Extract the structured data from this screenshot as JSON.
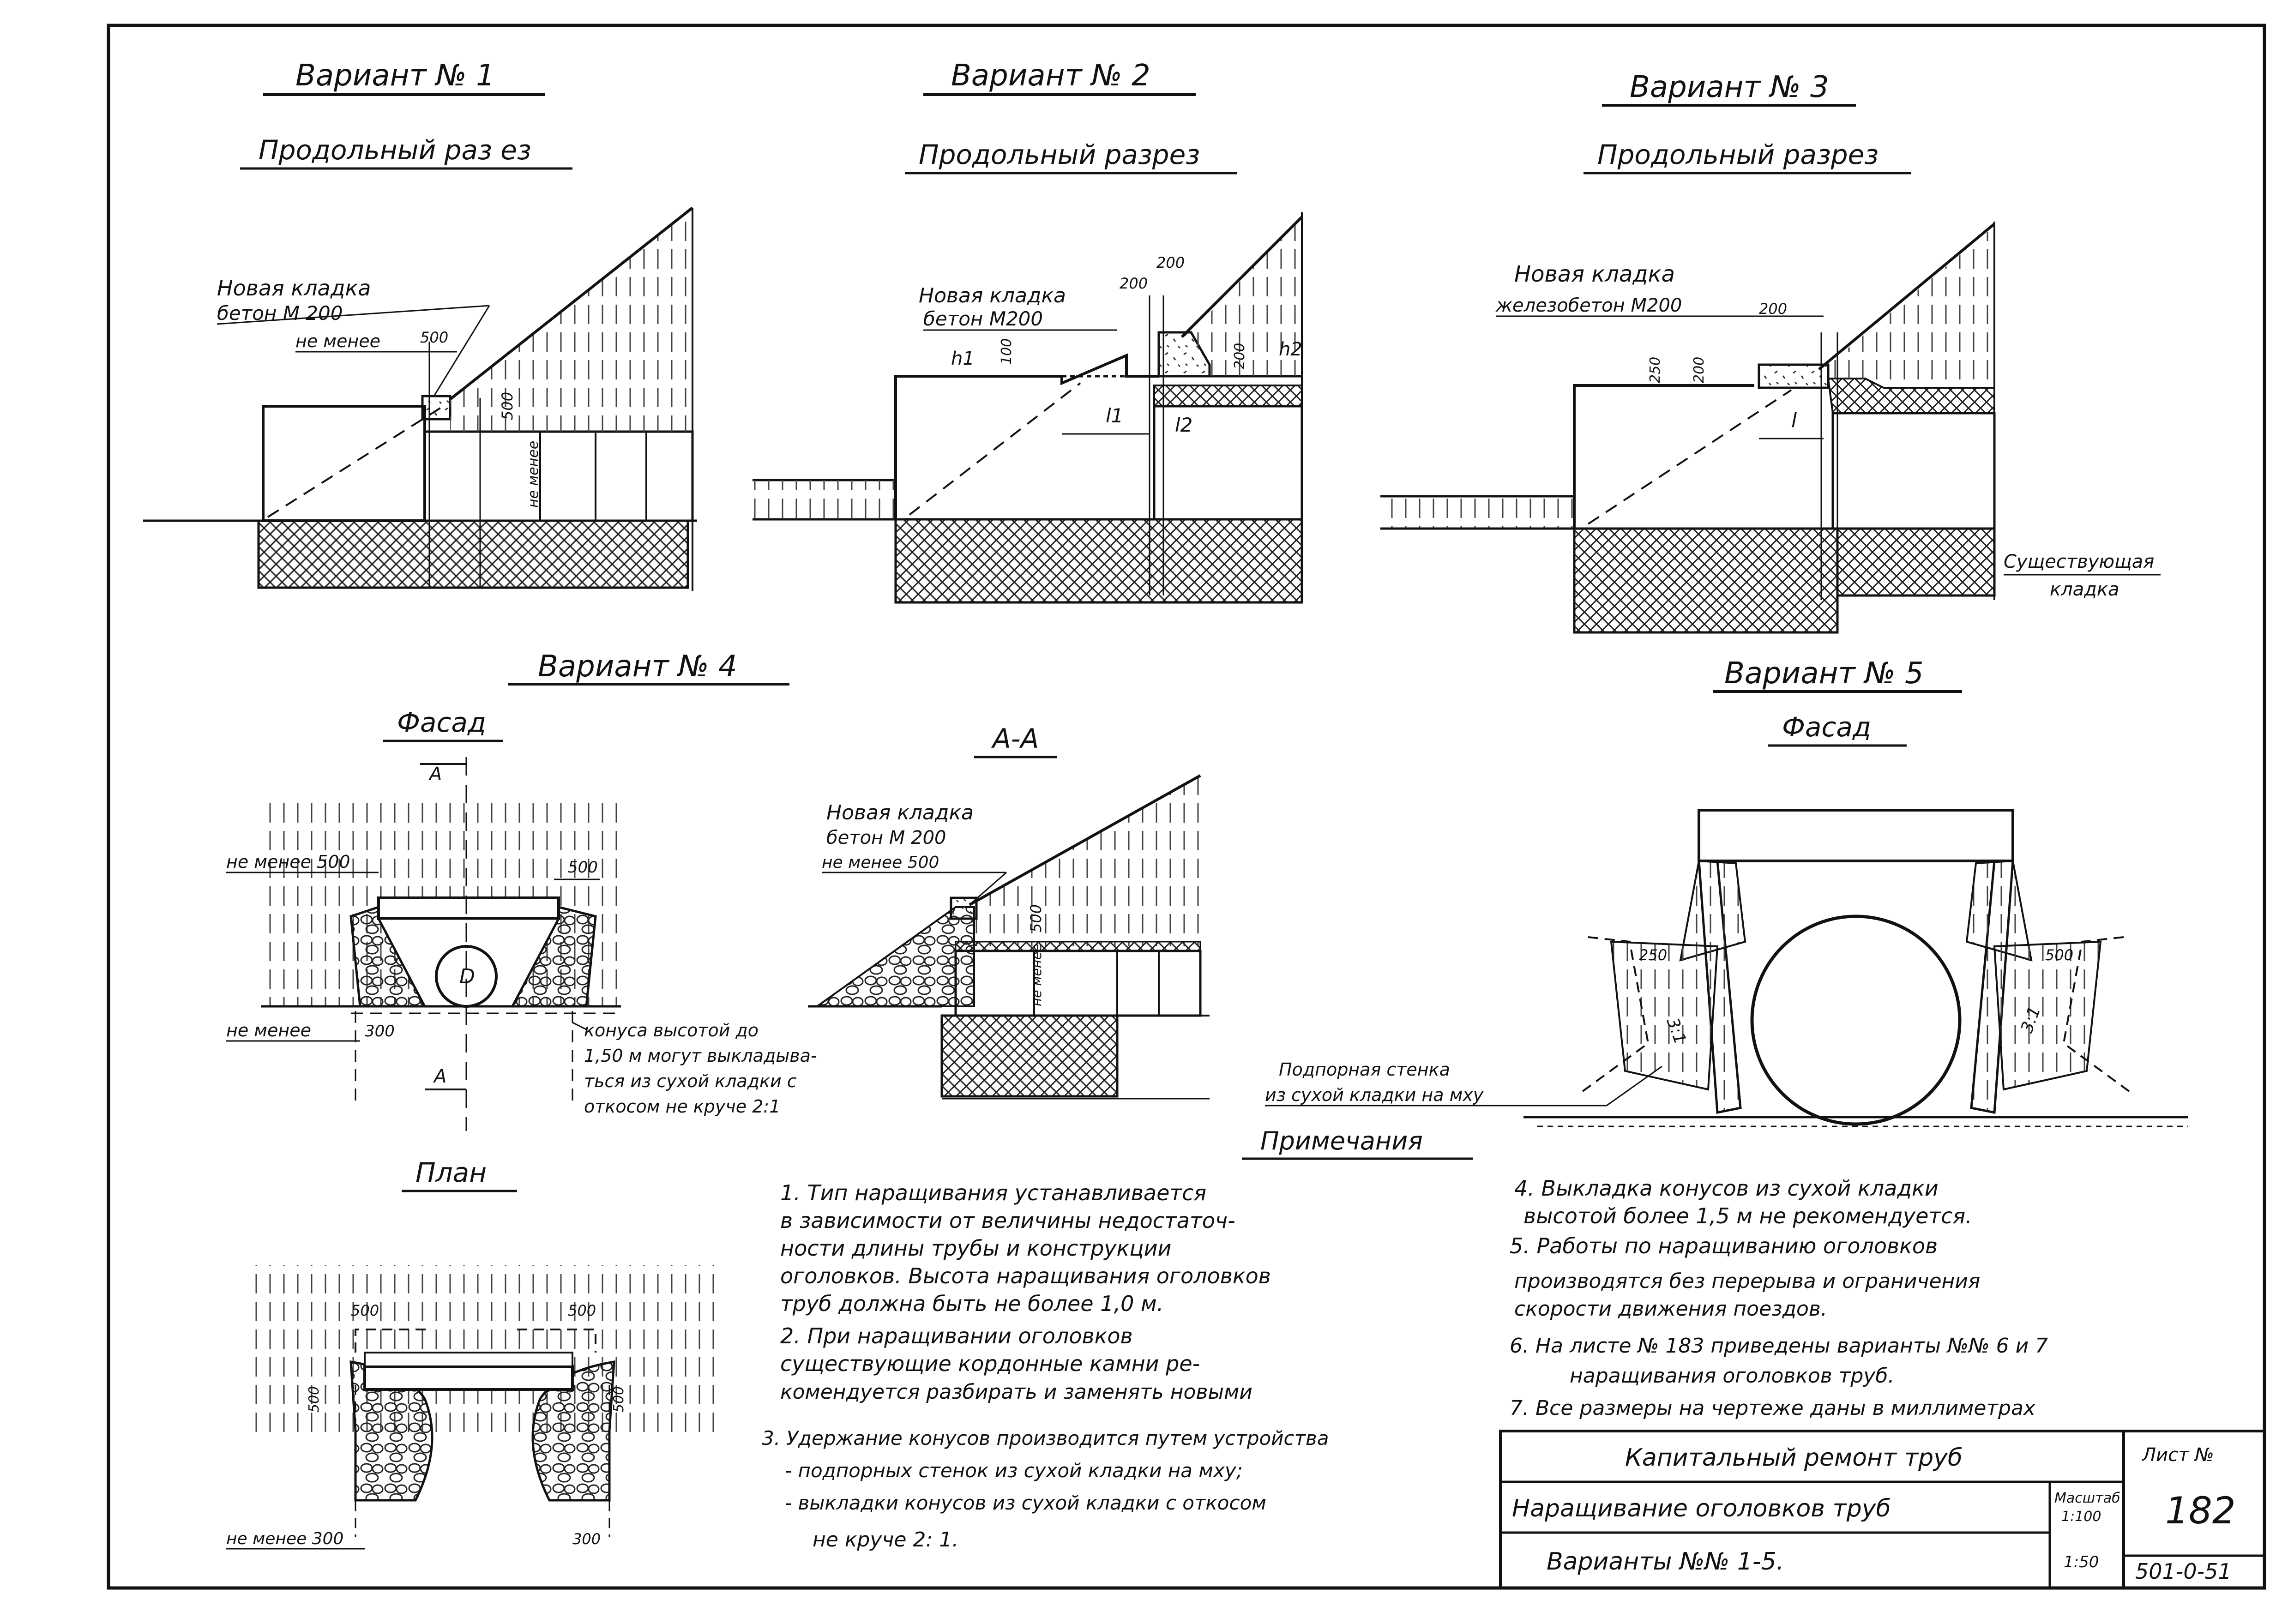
{
  "variant1": {
    "title": "Вариант № 1",
    "section": "Продольный раз ез",
    "new_masonry": "Новая кладка",
    "concrete": "бетон М 200",
    "min_note": "не менее",
    "dim_500": "500",
    "dim_500v": "500",
    "min_vert": "не менее"
  },
  "variant2": {
    "title": "Вариант № 2",
    "section": "Продольный разрез",
    "new_masonry": "Новая кладка",
    "concrete": "бетон М200",
    "dim_200a": "200",
    "dim_200b": "200",
    "dim_100": "100",
    "dim_200v": "200",
    "h1": "h1",
    "h2": "h2",
    "l1": "l1",
    "l2": "l2"
  },
  "variant3": {
    "title": "Вариант № 3",
    "section": "Продольный разрез",
    "new_masonry": "Новая кладка",
    "concrete": "железобетон М200",
    "dim_200": "200",
    "dim_250": "250",
    "dim_200v": "200",
    "l": "l",
    "existing": "Существующая",
    "existing2": "кладка"
  },
  "variant4": {
    "title": "Вариант № 4",
    "facade": "Фасад",
    "section_aa": "А-А",
    "plan": "План",
    "cut_a": "А",
    "min500": "не менее 500",
    "dim_500": "500",
    "min_bottom": "не менее",
    "dim_300": "300",
    "pipe_d": "D",
    "cone_note": [
      "конуса высотой до",
      "1,50 м могут выкладыва-",
      "ться из сухой кладки с",
      "откосом не круче 2:1"
    ],
    "aa_new_masonry": "Новая кладка",
    "aa_concrete": "бетон М 200",
    "aa_min": "не менее 500",
    "aa_dim500": "500",
    "aa_min_vert": "не менее",
    "plan_dim_500a": "500",
    "plan_dim_500b": "500",
    "plan_dim_500c": "500",
    "plan_dim_500d": "500",
    "plan_min300": "не менее 300",
    "plan_dim300": "300"
  },
  "variant5": {
    "title": "Вариант № 5",
    "facade": "Фасад",
    "dim_250": "250",
    "dim_500": "500",
    "slope_left": "3:1",
    "slope_right": "3:1",
    "wall_note": [
      "Подпорная стенка",
      "из сухой кладки на мху"
    ]
  },
  "notes": {
    "heading": "Примечания",
    "left": [
      "1. Тип наращивания устанавливается",
      "в зависимости от величины недостаточ-",
      "ности длины трубы и конструкции",
      "оголовков. Высота наращивания оголовков",
      "труб должна быть не более 1,0 м.",
      "2. При наращивании оголовков",
      "существующие кордонные камни ре-",
      "комендуется разбирать и заменять новыми",
      "3. Удержание конусов производится путем устройства",
      "- подпорных стенок из сухой кладки на мху;",
      "- выкладки конусов из сухой кладки с откосом",
      "не круче 2: 1."
    ],
    "right": [
      "4. Выкладка конусов из сухой кладки",
      "высотой более 1,5 м не рекомендуется.",
      "5. Работы по наращиванию оголовков",
      "производятся без перерыва и ограничения",
      "скорости движения поездов.",
      "6. На листе № 183 приведены варианты №№ 6 и 7",
      "наращивания оголовков труб.",
      "7. Все размеры на чертеже даны в миллиметрах"
    ]
  },
  "title_block": {
    "title1": "Капитальный ремонт труб",
    "title2": "Наращивание оголовков труб",
    "title3": "Варианты №№ 1-5.",
    "scale_label": "Масштаб",
    "scale1": "1:100",
    "scale2": "1:50",
    "sheet_label": "Лист №",
    "sheet_no": "182",
    "code": "501-0-51"
  }
}
